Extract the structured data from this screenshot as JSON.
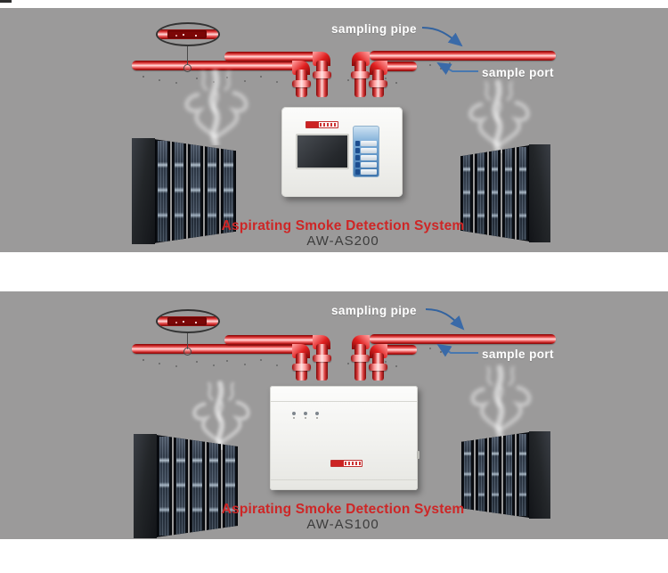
{
  "colors": {
    "panel_background": "#9b9a9a",
    "pipe_red": "#d22525",
    "arrow_blue": "#3a6aa8",
    "label_text": "#ffffff",
    "title_red": "#ce2626",
    "model_gray": "#3c3c3c"
  },
  "panels": [
    {
      "labels": {
        "sampling_pipe": "sampling pipe",
        "sample_port": "sample port"
      },
      "caption_title": "Aspirating Smoke Detection System",
      "caption_model": "AW-AS200"
    },
    {
      "labels": {
        "sampling_pipe": "sampling pipe",
        "sample_port": "sample port"
      },
      "caption_title": "Aspirating Smoke Detection System",
      "caption_model": "AW-AS100"
    }
  ]
}
